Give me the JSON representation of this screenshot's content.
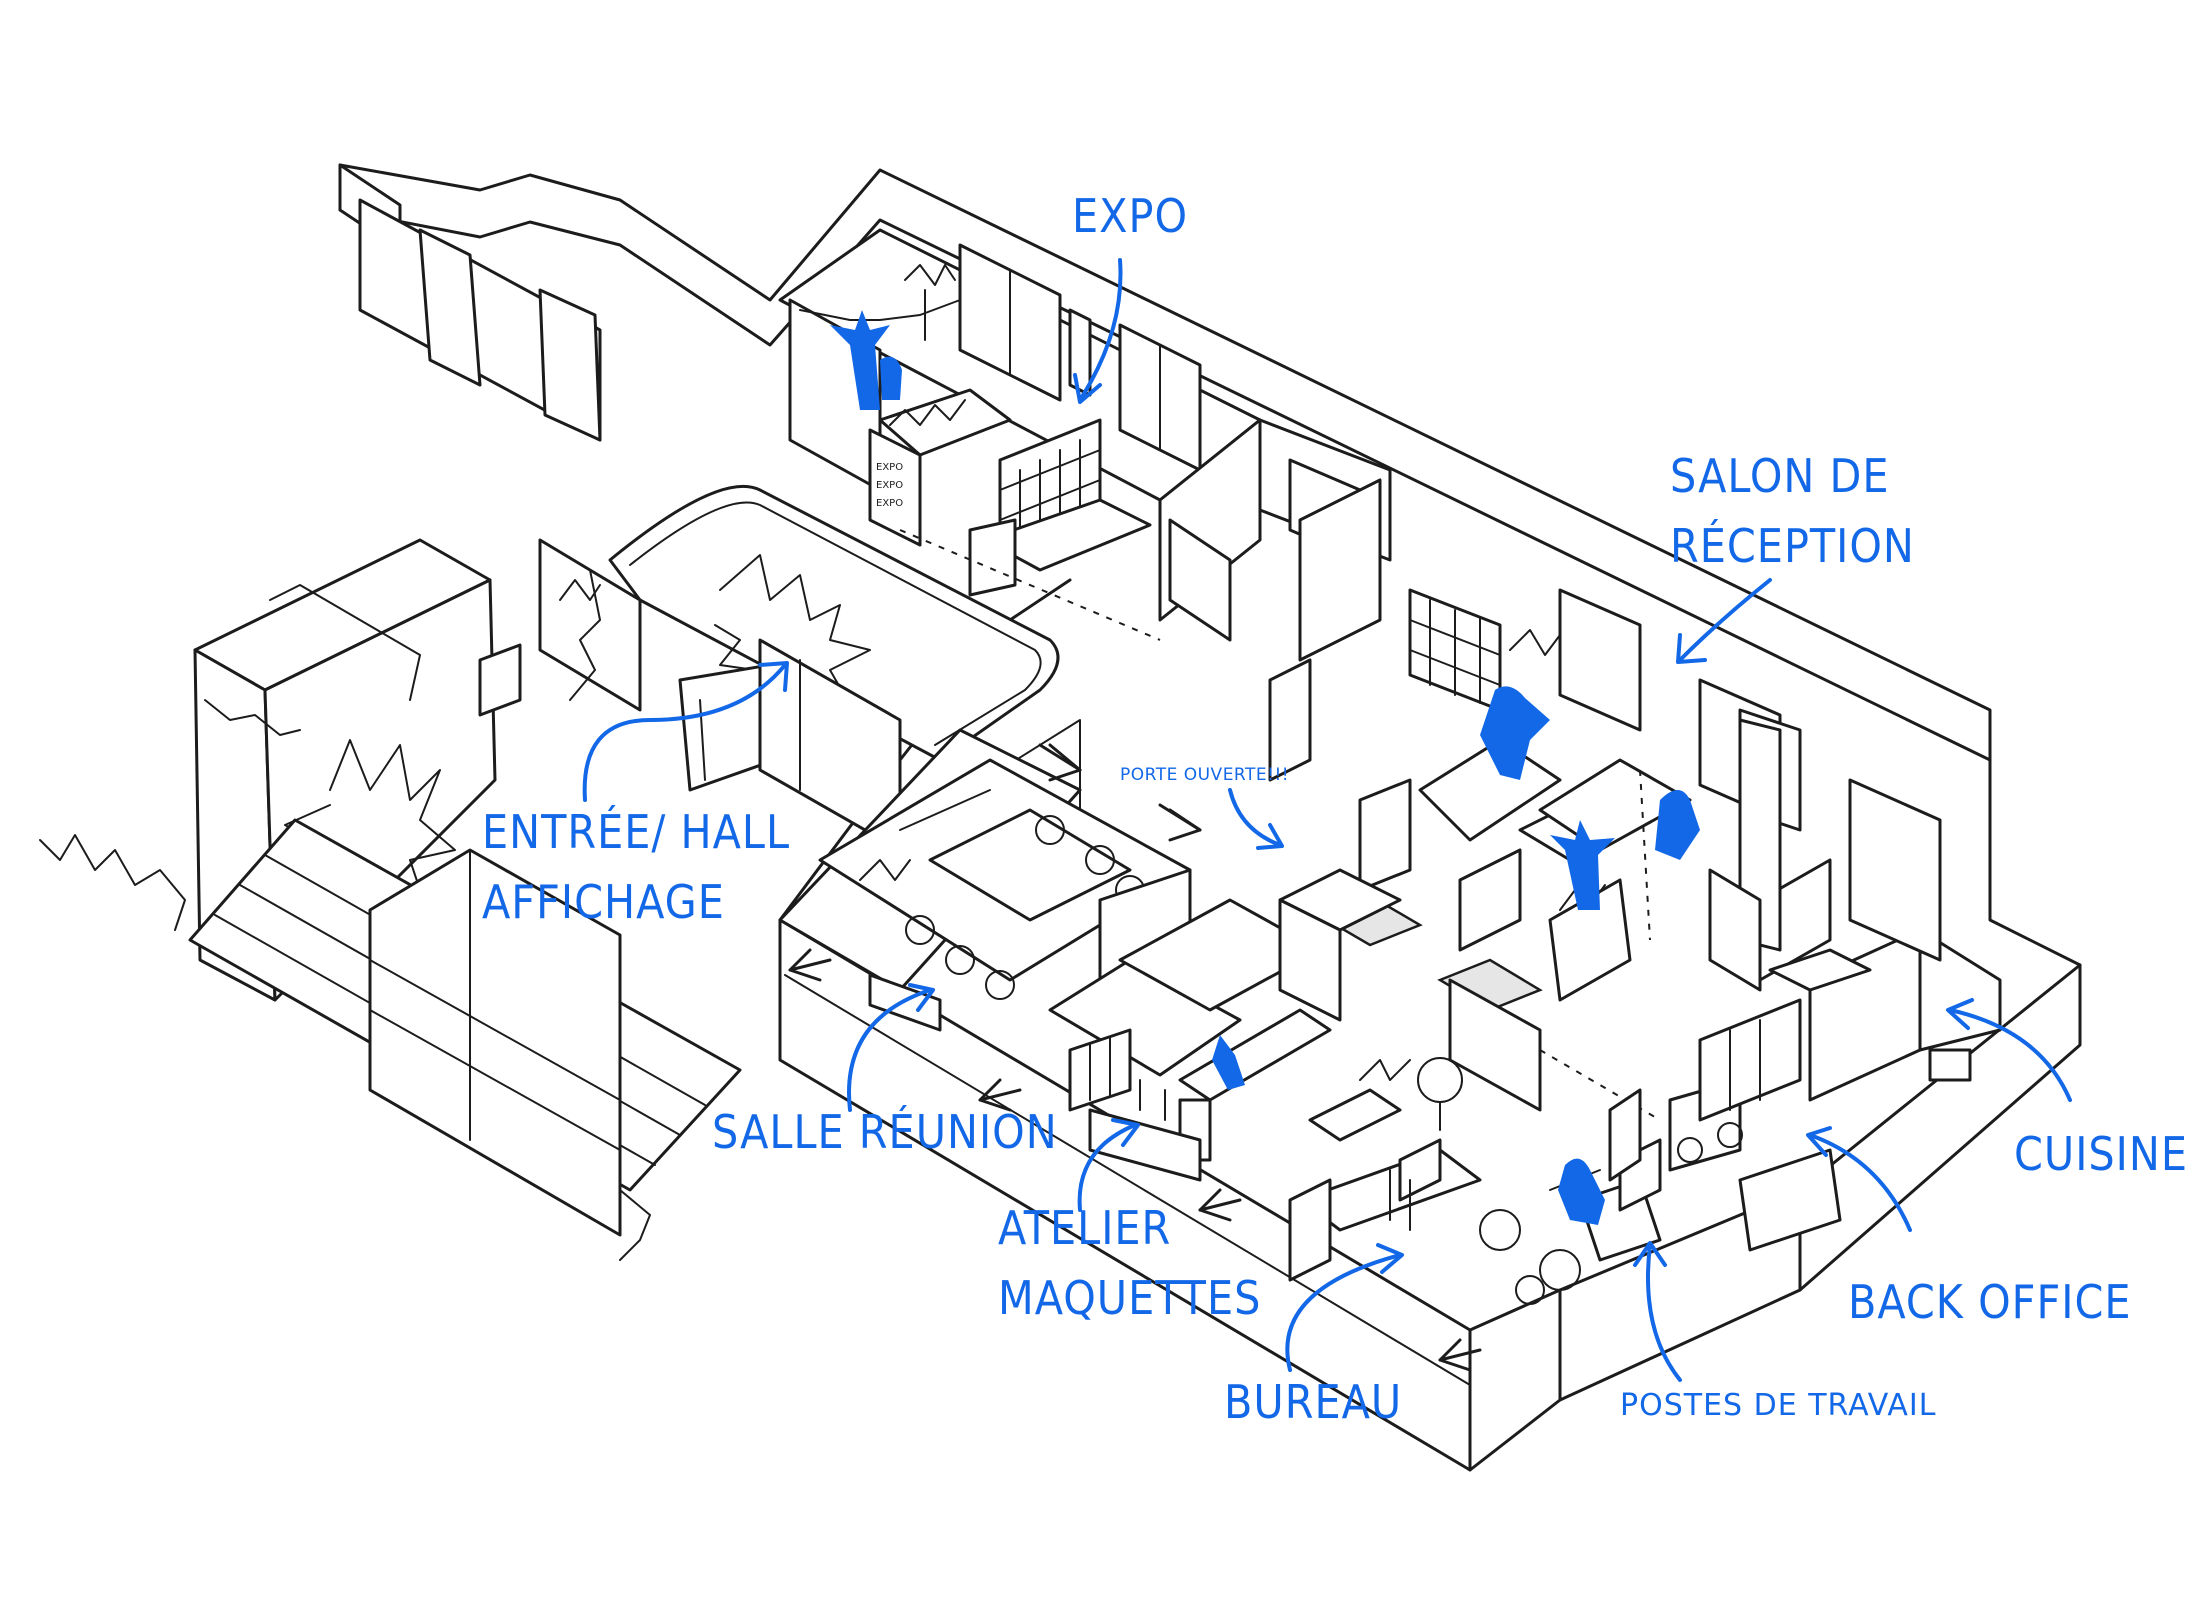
{
  "colors": {
    "ink": "#1c1c1c",
    "annotation": "#1368e8",
    "background": "#ffffff"
  },
  "labels": {
    "expo": "EXPO",
    "salon_line1": "SALON DE",
    "salon_line2": "RÉCEPTION",
    "entree_line1": "ENTRÉE/ HALL",
    "entree_line2": "AFFICHAGE",
    "porte": "PORTE OUVERTE!!!",
    "salle": "SALLE RÉUNION",
    "atelier_line1": "ATELIER",
    "atelier_line2": "MAQUETTES",
    "bureau": "BUREAU",
    "postes": "POSTES DE TRAVAIL",
    "back_office": "BACK OFFICE",
    "cuisine": "CUISINE"
  },
  "signage": {
    "line1": "EXPO",
    "line2": "EXPO",
    "line3": "EXPO"
  }
}
